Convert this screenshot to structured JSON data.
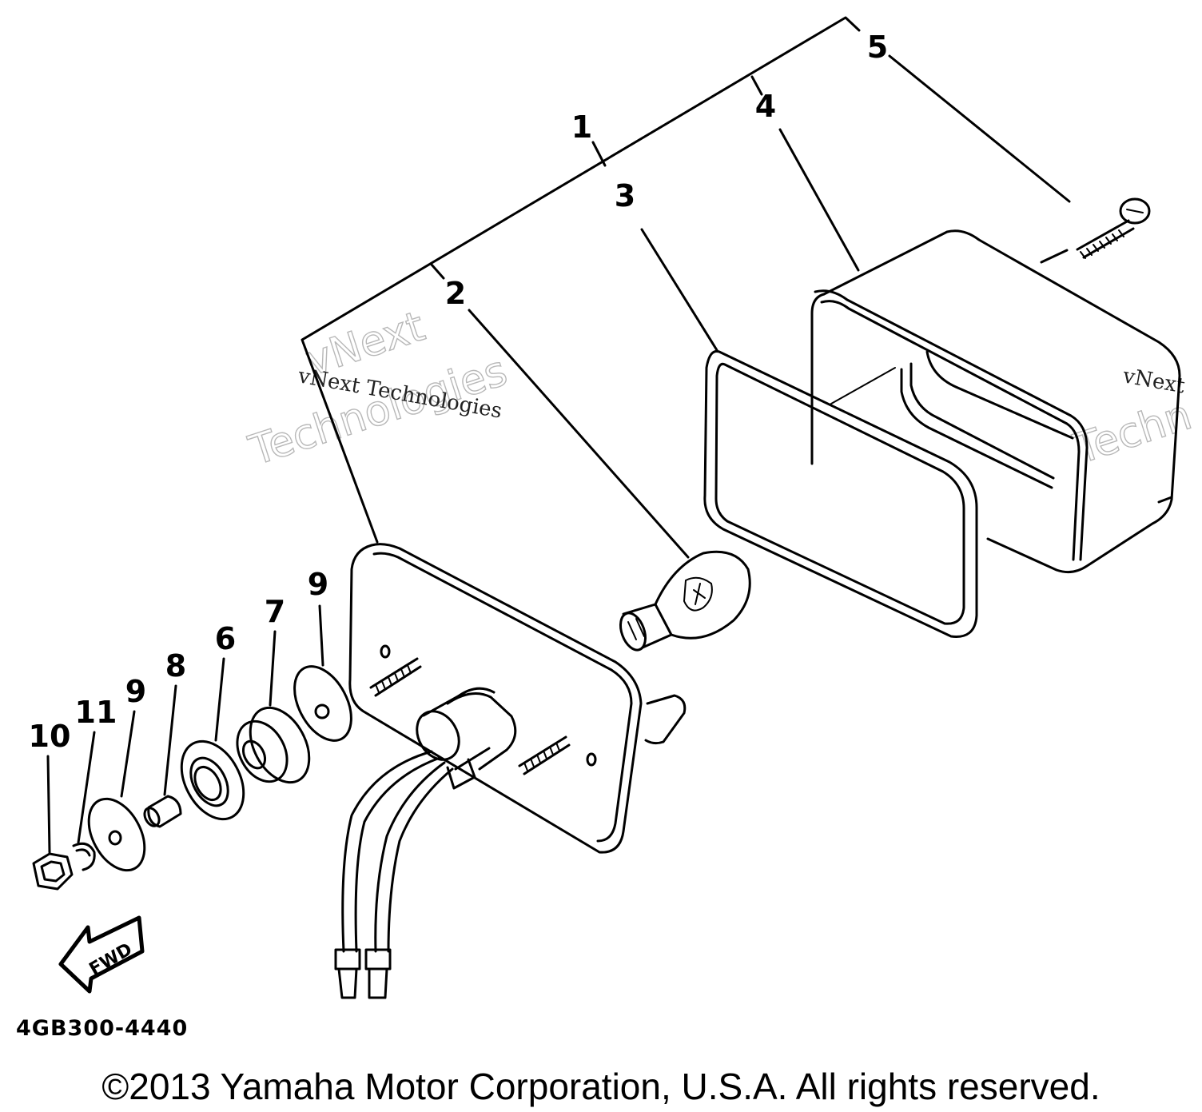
{
  "callouts": [
    "1",
    "2",
    "3",
    "4",
    "5",
    "6",
    "7",
    "8",
    "9",
    "9",
    "10",
    "11"
  ],
  "fwd_label": "FWD",
  "part_code": "4GB300-4440",
  "copyright": "©2013 Yamaha Motor Corporation, U.S.A. All rights reserved.",
  "watermarks": {
    "large_top": "vNext",
    "large_bottom": "Technologies",
    "small_left": "vNext Technologies",
    "small_right": "vNext",
    "large_right": "Techn"
  }
}
